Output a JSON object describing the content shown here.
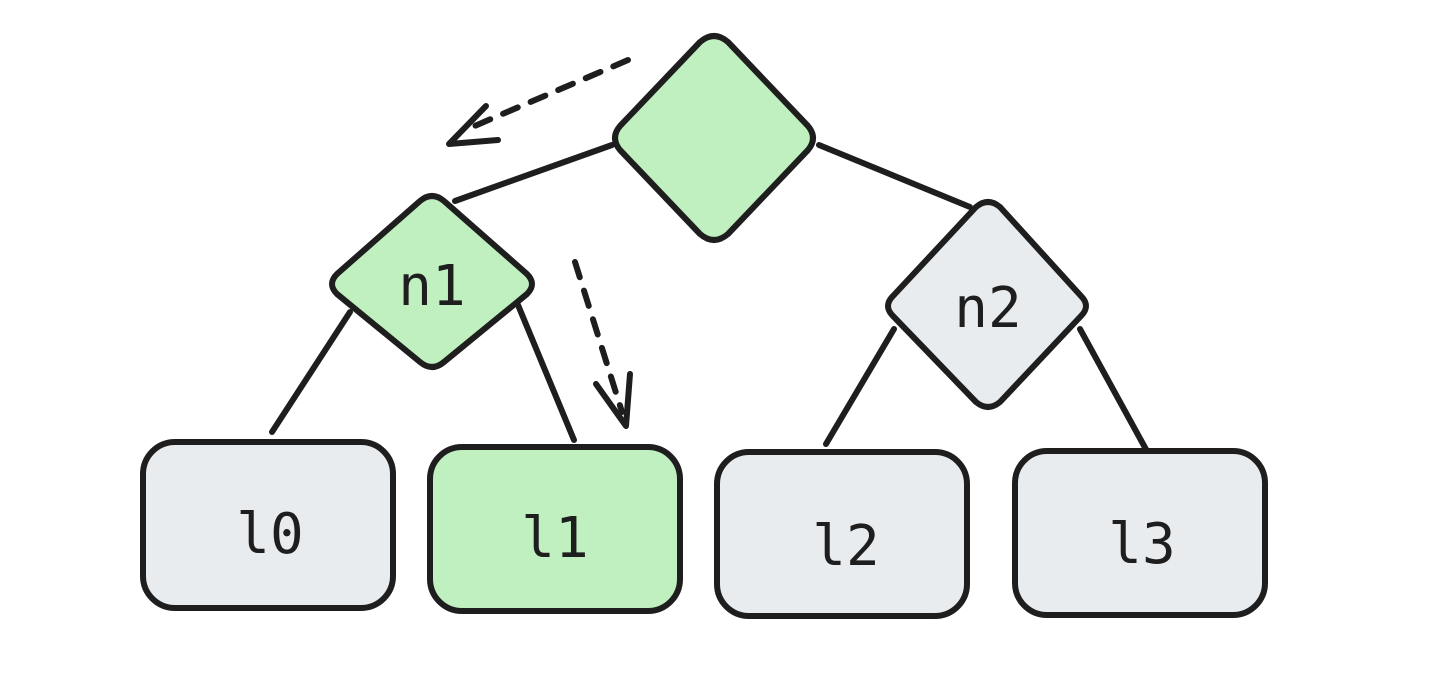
{
  "colors": {
    "highlight": "#c0f0c0",
    "neutral": "#e9ecef",
    "stroke": "#1e1e1e"
  },
  "nodes": [
    {
      "id": "root",
      "label": "",
      "kind": "decision",
      "state": "highlight"
    },
    {
      "id": "n1",
      "label": "n1",
      "kind": "decision",
      "state": "highlight"
    },
    {
      "id": "n2",
      "label": "n2",
      "kind": "decision",
      "state": "neutral"
    },
    {
      "id": "l0",
      "label": "l0",
      "kind": "leaf",
      "state": "neutral"
    },
    {
      "id": "l1",
      "label": "l1",
      "kind": "leaf",
      "state": "highlight"
    },
    {
      "id": "l2",
      "label": "l2",
      "kind": "leaf",
      "state": "neutral"
    },
    {
      "id": "l3",
      "label": "l3",
      "kind": "leaf",
      "state": "neutral"
    }
  ],
  "edges": [
    {
      "from": "root",
      "to": "n1"
    },
    {
      "from": "root",
      "to": "n2"
    },
    {
      "from": "n1",
      "to": "l0"
    },
    {
      "from": "n1",
      "to": "l1"
    },
    {
      "from": "n2",
      "to": "l2"
    },
    {
      "from": "n2",
      "to": "l3"
    }
  ],
  "traversal_arrows": [
    {
      "from": "root",
      "to": "n1",
      "style": "dashed"
    },
    {
      "from": "n1",
      "to": "l1",
      "style": "dashed"
    }
  ]
}
